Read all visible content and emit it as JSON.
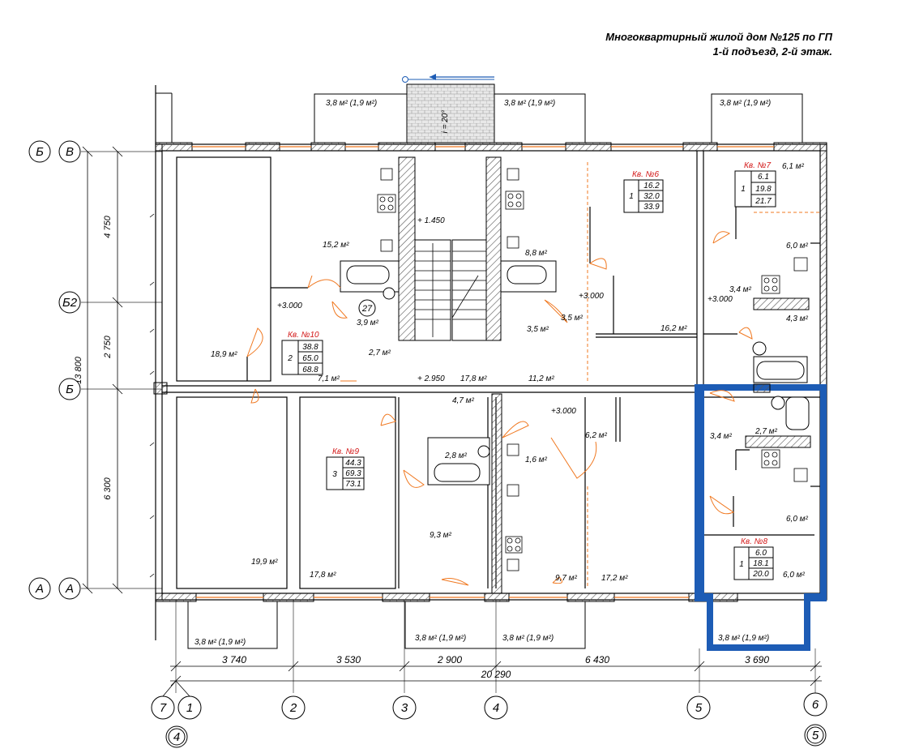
{
  "title": {
    "line1": "Многоквартирный жилой дом №125 по ГП",
    "line2": "1-й подъезд, 2-й этаж."
  },
  "axes": {
    "top": [
      "Б",
      "В",
      "Б2",
      "Б",
      "А",
      "А"
    ],
    "bottom": [
      "7",
      "1",
      "2",
      "3",
      "4",
      "5",
      "6"
    ],
    "bottom_extra": [
      "4",
      "5"
    ]
  },
  "dimensions": {
    "vertical": [
      "4 750",
      "2 750",
      "6 300",
      "13 800"
    ],
    "horizontal": [
      "3 740",
      "3 530",
      "2 900",
      "6 430",
      "3 690",
      "20 290"
    ]
  },
  "levels": [
    "+ 1.450",
    "+ 2.950",
    "+3.000",
    "+3.000",
    "+3.000",
    "+3.000"
  ],
  "stair_slope": "i = 20°",
  "apartments": [
    {
      "name": "Кв. №6",
      "rooms": "1",
      "areas": [
        "16.2",
        "32.0",
        "33.9"
      ]
    },
    {
      "name": "Кв. №7",
      "rooms": "1",
      "areas": [
        "6.1",
        "19.8",
        "21.7"
      ]
    },
    {
      "name": "Кв. №10",
      "rooms": "2",
      "areas": [
        "38.8",
        "65.0",
        "68.8"
      ]
    },
    {
      "name": "Кв. №9",
      "rooms": "3",
      "areas": [
        "44.3",
        "69.3",
        "73.1"
      ]
    },
    {
      "name": "Кв. №8",
      "rooms": "1",
      "areas": [
        "6.0",
        "18.1",
        "20.0"
      ]
    }
  ],
  "rooms": {
    "r15_2": "15,2 м²",
    "r8_8": "8,8 м²",
    "r6_1": "6,1 м²",
    "r6_0a": "6,0 м²",
    "r3_4a": "3,4 м²",
    "r4_3": "4,3 м²",
    "r3_5": "3,5 м²",
    "r3_5b": "3,5 м²",
    "r16_2": "16,2 м²",
    "r3_9": "3,9 м²",
    "r2_7": "2,7 м²",
    "r18_9": "18,9 м²",
    "r7_1": "7,1 м²",
    "r17_8a": "17,8 м²",
    "r11_2": "11,2 м²",
    "r4_7": "4,7 м²",
    "r6_2": "6,2 м²",
    "r2_7b": "2,7 м²",
    "r3_4b": "3,4 м²",
    "r2_8": "2,8 м²",
    "r1_6": "1,6 м²",
    "r9_3": "9,3 м²",
    "r6_0b": "6,0 м²",
    "r6_0c": "6,0 м²",
    "r19_9": "19,9 м²",
    "r17_8b": "17,8 м²",
    "r9_7": "9,7 м²",
    "r17_2": "17,2 м²"
  },
  "balconies": [
    "3,8 м² (1,9 м²)",
    "3,8 м² (1,9 м²)",
    "3,8 м² (1,9 м²)",
    "3,8 м² (1,9 м²)",
    "3,8 м² (1,9 м²)",
    "3,8 м² (1,9 м²)",
    "3,8 м² (1,9 м²)"
  ],
  "room_index": "27",
  "colors": {
    "wall": "#000000",
    "accent": "#1d5cb5",
    "door": "#f07820",
    "window": "#f07820",
    "hatch": "#666666"
  }
}
